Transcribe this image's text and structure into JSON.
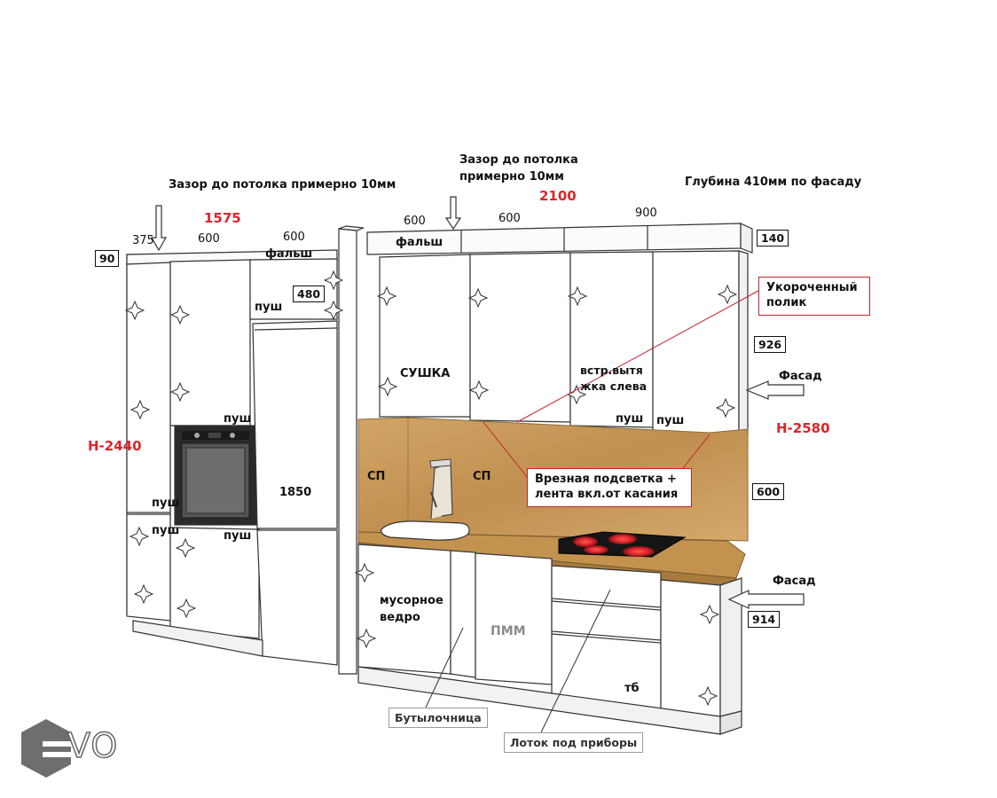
{
  "notes": {
    "gap_left": "Зазор до потолка примерно 10мм",
    "gap_center_line1": "Зазор до потолка",
    "gap_center_line2": "примерно 10мм",
    "depth": "Глубина 410мм по фасаду"
  },
  "dims_red": {
    "left_width": "1575",
    "center_width": "2100",
    "left_height": "H-2440",
    "right_height": "H-2580"
  },
  "dims": {
    "d375": "375",
    "d600_a": "600",
    "d600_b": "600",
    "d600_c": "600",
    "d600_d": "600",
    "d900": "900",
    "d1850": "1850"
  },
  "boxed": {
    "b90": "90",
    "b480": "480",
    "b140": "140",
    "b926": "926",
    "b600": "600",
    "b914": "914"
  },
  "labels": {
    "falsh_left": "фальш",
    "falsh_right": "фальш",
    "push_fridge": "пуш",
    "push_oven_top": "пуш",
    "push_oven_left": "пуш",
    "push_low_left": "пуш",
    "push_low_oven": "пуш",
    "push_upper1": "пуш",
    "push_upper2": "пуш",
    "sushka": "СУШКА",
    "hood_line1": "встр.вытя",
    "hood_line2": "жка слева",
    "sp_left": "СП",
    "sp_right": "СП",
    "trash_line1": "мусорное",
    "trash_line2": "ведро",
    "pmm": "ПММ",
    "tb": "тб",
    "facade_upper": "Фасад",
    "facade_lower": "Фасад"
  },
  "callouts": {
    "plinth_line1": "Укороченный",
    "plinth_line2": "полик",
    "lighting_line1": "Врезная подсветка +",
    "lighting_line2": "лента вкл.от касания",
    "bottle": "Бутылочница",
    "cutlery": "Лоток под приборы"
  },
  "logo": {
    "text": "VO"
  },
  "colors": {
    "line": "#333333",
    "wood": "#c99a5a",
    "wood_dark": "#b7864a",
    "hob": "#111111",
    "burner": "#d9262c",
    "red_text": "#d9262c",
    "logo_gray": "#6e6e6e"
  }
}
